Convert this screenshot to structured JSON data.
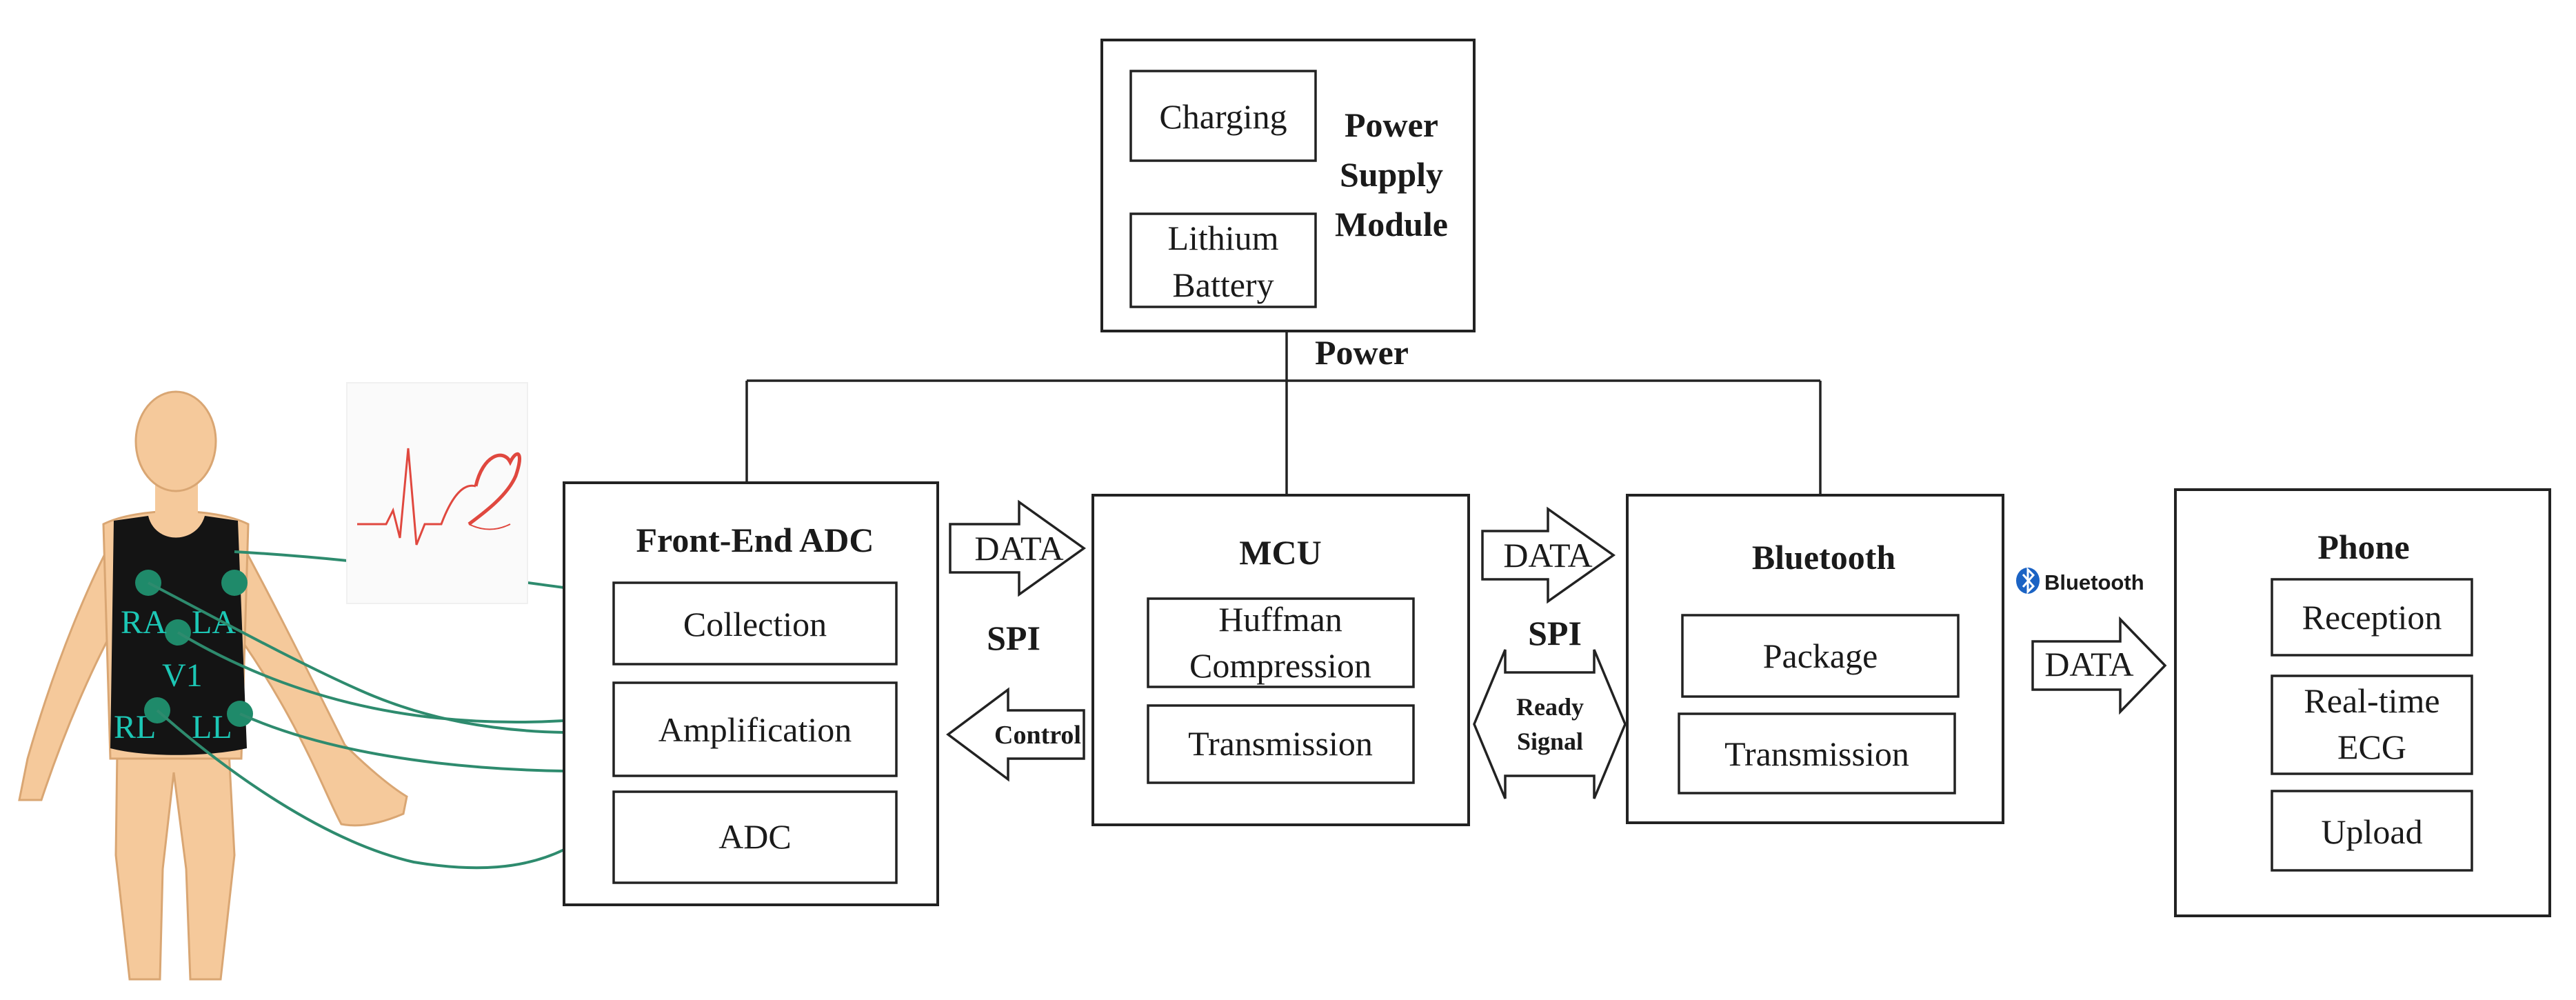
{
  "colors": {
    "line": "#222222",
    "skin": "#f5c99b",
    "vest": "#141414",
    "electrode": "#1f8a6a",
    "electrode_label": "#1cc7b5",
    "lead_wire": "#2e8b6e",
    "heart_red": "#e0483f",
    "bluetooth_blue": "#1b63c4"
  },
  "icons": [
    "human-body-icon",
    "ecg-heart-icon",
    "bluetooth-icon"
  ],
  "power_module": {
    "charging": "Charging",
    "battery_line1": "Lithium",
    "battery_line2": "Battery",
    "title_line1": "Power",
    "title_line2": "Supply",
    "title_line3": "Module",
    "power_label": "Power"
  },
  "electrodes": {
    "ra": "RA",
    "la": "LA",
    "v1": "V1",
    "rl": "RL",
    "ll": "LL"
  },
  "front_end": {
    "title": "Front-End ADC",
    "items": [
      "Collection",
      "Amplification",
      "ADC"
    ]
  },
  "spi_left": {
    "data": "DATA",
    "spi": "SPI",
    "control": "Control"
  },
  "mcu": {
    "title": "MCU",
    "huffman_line1": "Huffman",
    "huffman_line2": "Compression",
    "transmission": "Transmission"
  },
  "spi_right": {
    "data": "DATA",
    "spi": "SPI",
    "ready_line1": "Ready",
    "ready_line2": "Signal"
  },
  "bluetooth_module": {
    "title": "Bluetooth",
    "items": [
      "Package",
      "Transmission"
    ]
  },
  "bt_link": {
    "logo_text": "Bluetooth",
    "data": "DATA"
  },
  "phone": {
    "title": "Phone",
    "reception": "Reception",
    "realtime_line1": "Real-time",
    "realtime_line2": "ECG",
    "upload": "Upload"
  }
}
